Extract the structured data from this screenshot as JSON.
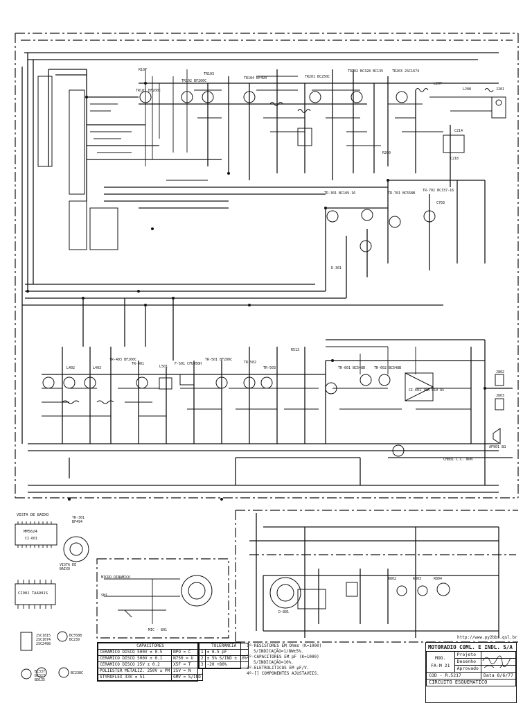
{
  "url": "http://www.py2bbs.qsl.br",
  "company": "MOTORADIO COML. E INDL. S/A",
  "title_block": {
    "model_label": "MOD.",
    "model": "FA-M 21",
    "rows": [
      {
        "label": "Projeto",
        "value": ""
      },
      {
        "label": "Desenho",
        "value": ""
      },
      {
        "label": "Aprovado",
        "value": ""
      }
    ],
    "code": "COD - R.5217",
    "date": "Data 8/6/77",
    "drawing_title": "CIRCUITO  ESQUEMATICO"
  },
  "capacitors_table": {
    "title": "CAPACITORES",
    "rows": [
      [
        "CERAMICO DISCO 500V ± 0.5",
        "NPO = C"
      ],
      [
        "CERAMICO DISCO 500V ± 0.1",
        "N750 = U"
      ],
      [
        "CERAMICO DISCO 25V ± 0.2",
        "X5F = T"
      ],
      [
        "POLIESTER METALIZ. 250V ± PM",
        "25V = N"
      ],
      [
        "STYROFLEX 33V ± 51",
        "GMV = S/IND"
      ]
    ]
  },
  "tolerance_table": {
    "title": "TOLERANCIA",
    "rows": [
      [
        "1",
        "± 0.5 pF"
      ],
      [
        "2",
        "± 5%     S/IND ± 10%"
      ],
      [
        "3",
        "-20 +80%"
      ]
    ]
  },
  "notes": [
    "1º-RESISTORES EM Ohms (K=1000)",
    "S/INDICAÇÃO=1/8W±5%.",
    "2º-CAPACITORES EM pF (K=1000)",
    "S/INDICAÇÃO=10%.",
    "3º-ELETROLITICOS EM µF/V.",
    "4º-[] COMPONENTES AJUSTAVEIS."
  ],
  "legend": {
    "vista_de_baixo_left": "VISTA DE BAIXO",
    "ic_name": "MM5624",
    "ic_sub": "CI-601",
    "ic_bottom": "CI901  TAA991S",
    "transistor_label": "TR-301 BF494",
    "vista_de_baixo_right": "VISTA DE BAIXO",
    "transistor_types": [
      [
        "2SC1815",
        "2SC1674",
        "2SC2498"
      ],
      [
        "BC558B",
        "BC239"
      ],
      [
        "BC337",
        "BC327",
        "BD135"
      ],
      [
        "BC238C"
      ]
    ]
  },
  "mic": {
    "label_top": "MICRO DINAMICO",
    "label_mid": "SH1",
    "label_bottom": "MIC - 801"
  },
  "schematic_labels": {
    "top_row": [
      "R107",
      "TR101 BF200C",
      "TR102 BF200C",
      "TR103",
      "TR104 BF494",
      "TR201 BC250C",
      "TR202 BC328 BC135",
      "TR203 2SC1674",
      "L207",
      "L208",
      "J201",
      "C214"
    ],
    "mid_row": [
      "TR-301 BC109-16",
      "TR-701 BC558B",
      "TR-702 BC337-16",
      "C703",
      "D-301",
      "R200",
      "C218"
    ],
    "lower_row": [
      "TR-401",
      "L402",
      "L403",
      "TR-403 BF200C",
      "L501",
      "F-501 CFU450H",
      "TR-501 BF200C",
      "TR-502",
      "TR-503",
      "R513",
      "TR-601 BC548B",
      "TR-602 BC548B",
      "CI-601 TBA 810 AS",
      "J802",
      "J803",
      "AF901 8Ω"
    ],
    "bottom_row": [
      "CH801 C.C. NPN",
      "D-801",
      "R802",
      "R803",
      "R804"
    ]
  }
}
